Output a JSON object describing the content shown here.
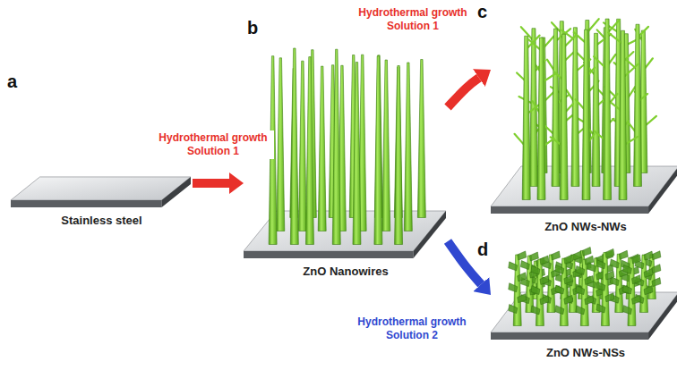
{
  "diagram": {
    "nodes": [
      {
        "text": [
          "Stainless steel"
        ]
      },
      {
        "text": [
          "ZnO Nanowires"
        ]
      },
      {
        "text": [
          "ZnO NWs-NWs"
        ]
      },
      {
        "text": [
          "ZnO NWs-NSs"
        ]
      }
    ],
    "edges": [
      {
        "from": 0,
        "to": 1,
        "arrow": "to",
        "label": "Hydrothermal growth Solution 1"
      },
      {
        "from": 1,
        "to": 2,
        "arrow": "to",
        "label": "Hydrothermal growth Solution 1"
      },
      {
        "from": 1,
        "to": 3,
        "arrow": "to",
        "label": "Hydrothermal growth Solution 2"
      }
    ],
    "labels": [
      "a",
      "b",
      "c",
      "d"
    ]
  }
}
